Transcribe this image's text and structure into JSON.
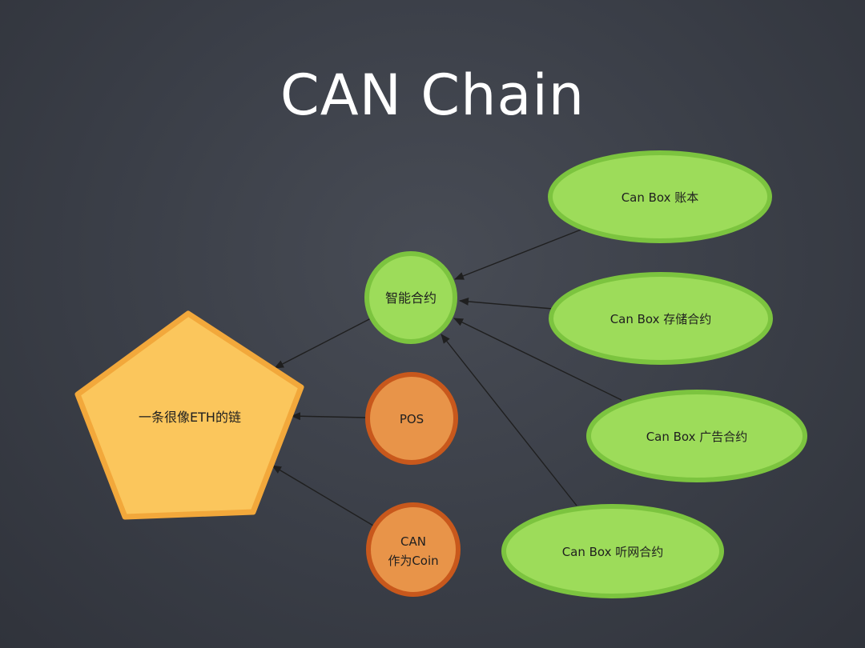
{
  "title": "CAN Chain",
  "colors": {
    "background": "#3c4049",
    "pentagon_fill": "#fbc65c",
    "pentagon_stroke": "#f2a83b",
    "green_fill": "#9ddc5a",
    "green_stroke": "#7cc43f",
    "orange_fill": "#e89449",
    "orange_stroke": "#c8581c",
    "arrow": "#1f1f1f"
  },
  "nodes": {
    "chain": "一条很像ETH的链",
    "smart_contract": "智能合约",
    "pos": "POS",
    "coin": [
      "CAN",
      "作为Coin"
    ],
    "ledger": "Can Box 账本",
    "storage": "Can Box 存储合约",
    "ads": "Can Box 广告合约",
    "listen": "Can Box 听网合约"
  },
  "edges": [
    {
      "from": "smart_contract",
      "to": "chain"
    },
    {
      "from": "pos",
      "to": "chain"
    },
    {
      "from": "coin",
      "to": "chain"
    },
    {
      "from": "ledger",
      "to": "smart_contract"
    },
    {
      "from": "storage",
      "to": "smart_contract"
    },
    {
      "from": "ads",
      "to": "smart_contract"
    },
    {
      "from": "listen",
      "to": "smart_contract"
    }
  ]
}
